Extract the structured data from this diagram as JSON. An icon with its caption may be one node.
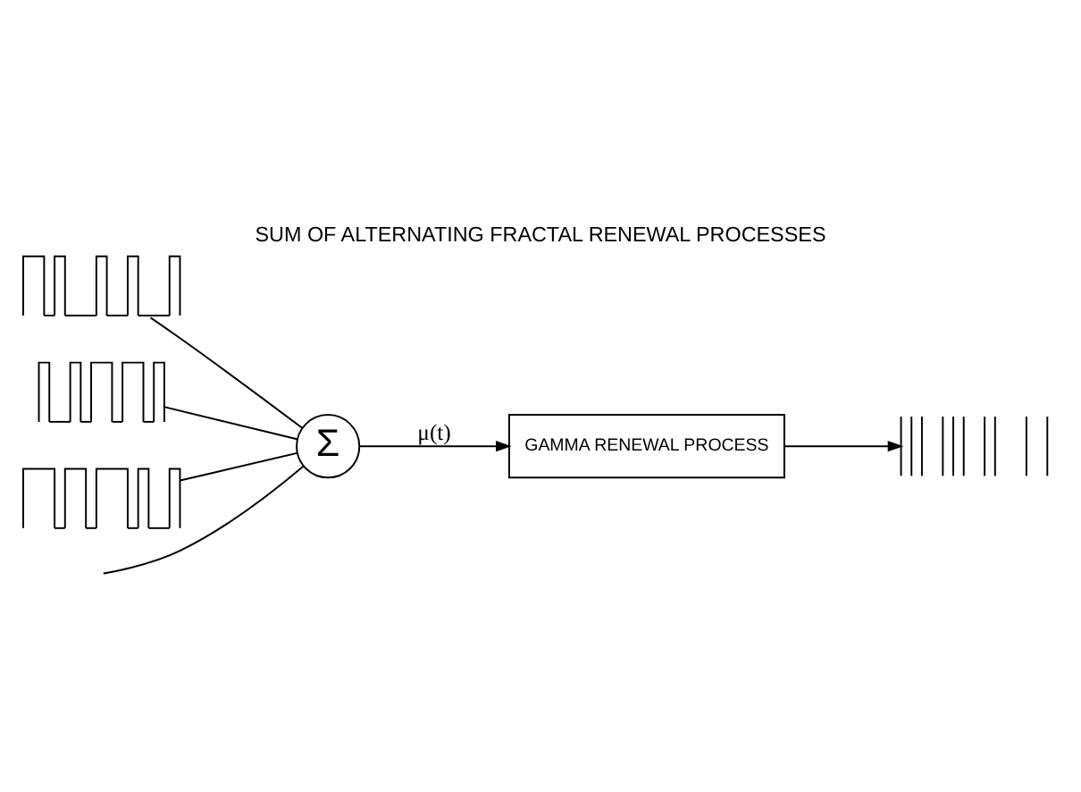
{
  "diagram": {
    "title": "SUM OF ALTERNATING FRACTAL RENEWAL PROCESSES",
    "nodes": [
      {
        "text": [],
        "shape": "picture"
      },
      {
        "text": [],
        "shape": "picture"
      },
      {
        "text": [],
        "shape": "picture"
      },
      {
        "text": [
          "Σ"
        ]
      },
      {
        "text": [
          "GAMMA RENEWAL PROCESS"
        ]
      },
      {
        "text": [],
        "shape": "picture"
      }
    ],
    "edges": [
      {
        "from": 0,
        "to": 3,
        "arrow": "none"
      },
      {
        "from": 1,
        "to": 3,
        "arrow": "none"
      },
      {
        "from": 2,
        "to": 3,
        "arrow": "none"
      },
      {
        "from": null,
        "to": 3,
        "arrow": "none"
      },
      {
        "from": 3,
        "to": 4,
        "arrow": "to",
        "label": "μ(t)"
      },
      {
        "from": 4,
        "to": 5,
        "arrow": "to"
      }
    ]
  }
}
